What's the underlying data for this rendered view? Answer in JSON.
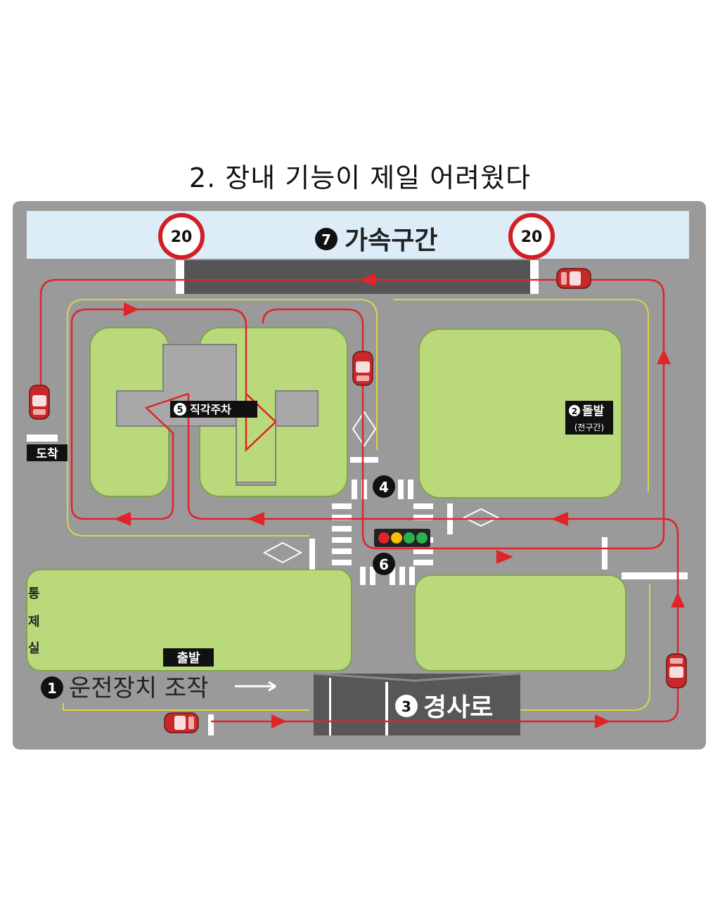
{
  "title": "2. 장내 기능이 제일 어려웠다",
  "speed_limit": "20",
  "sections": {
    "s1": {
      "num": "1",
      "label": "운전장치 조작"
    },
    "s2": {
      "num": "2",
      "label": "돌발",
      "sub": "(전구간)"
    },
    "s3": {
      "num": "3",
      "label": "경사로"
    },
    "s4": {
      "num": "4"
    },
    "s5": {
      "num": "5",
      "label": "직각주차"
    },
    "s6": {
      "num": "6"
    },
    "s7": {
      "num": "7",
      "label": "가속구간"
    }
  },
  "start_label": "출발",
  "finish_label": "도착",
  "control_room": [
    "통",
    "제",
    "실"
  ],
  "colors": {
    "route": "#e0242a",
    "grass": "#b9d97a",
    "road": "#9a9a9a",
    "accel_band": "#dcedf8",
    "accel_strip": "#555555"
  }
}
